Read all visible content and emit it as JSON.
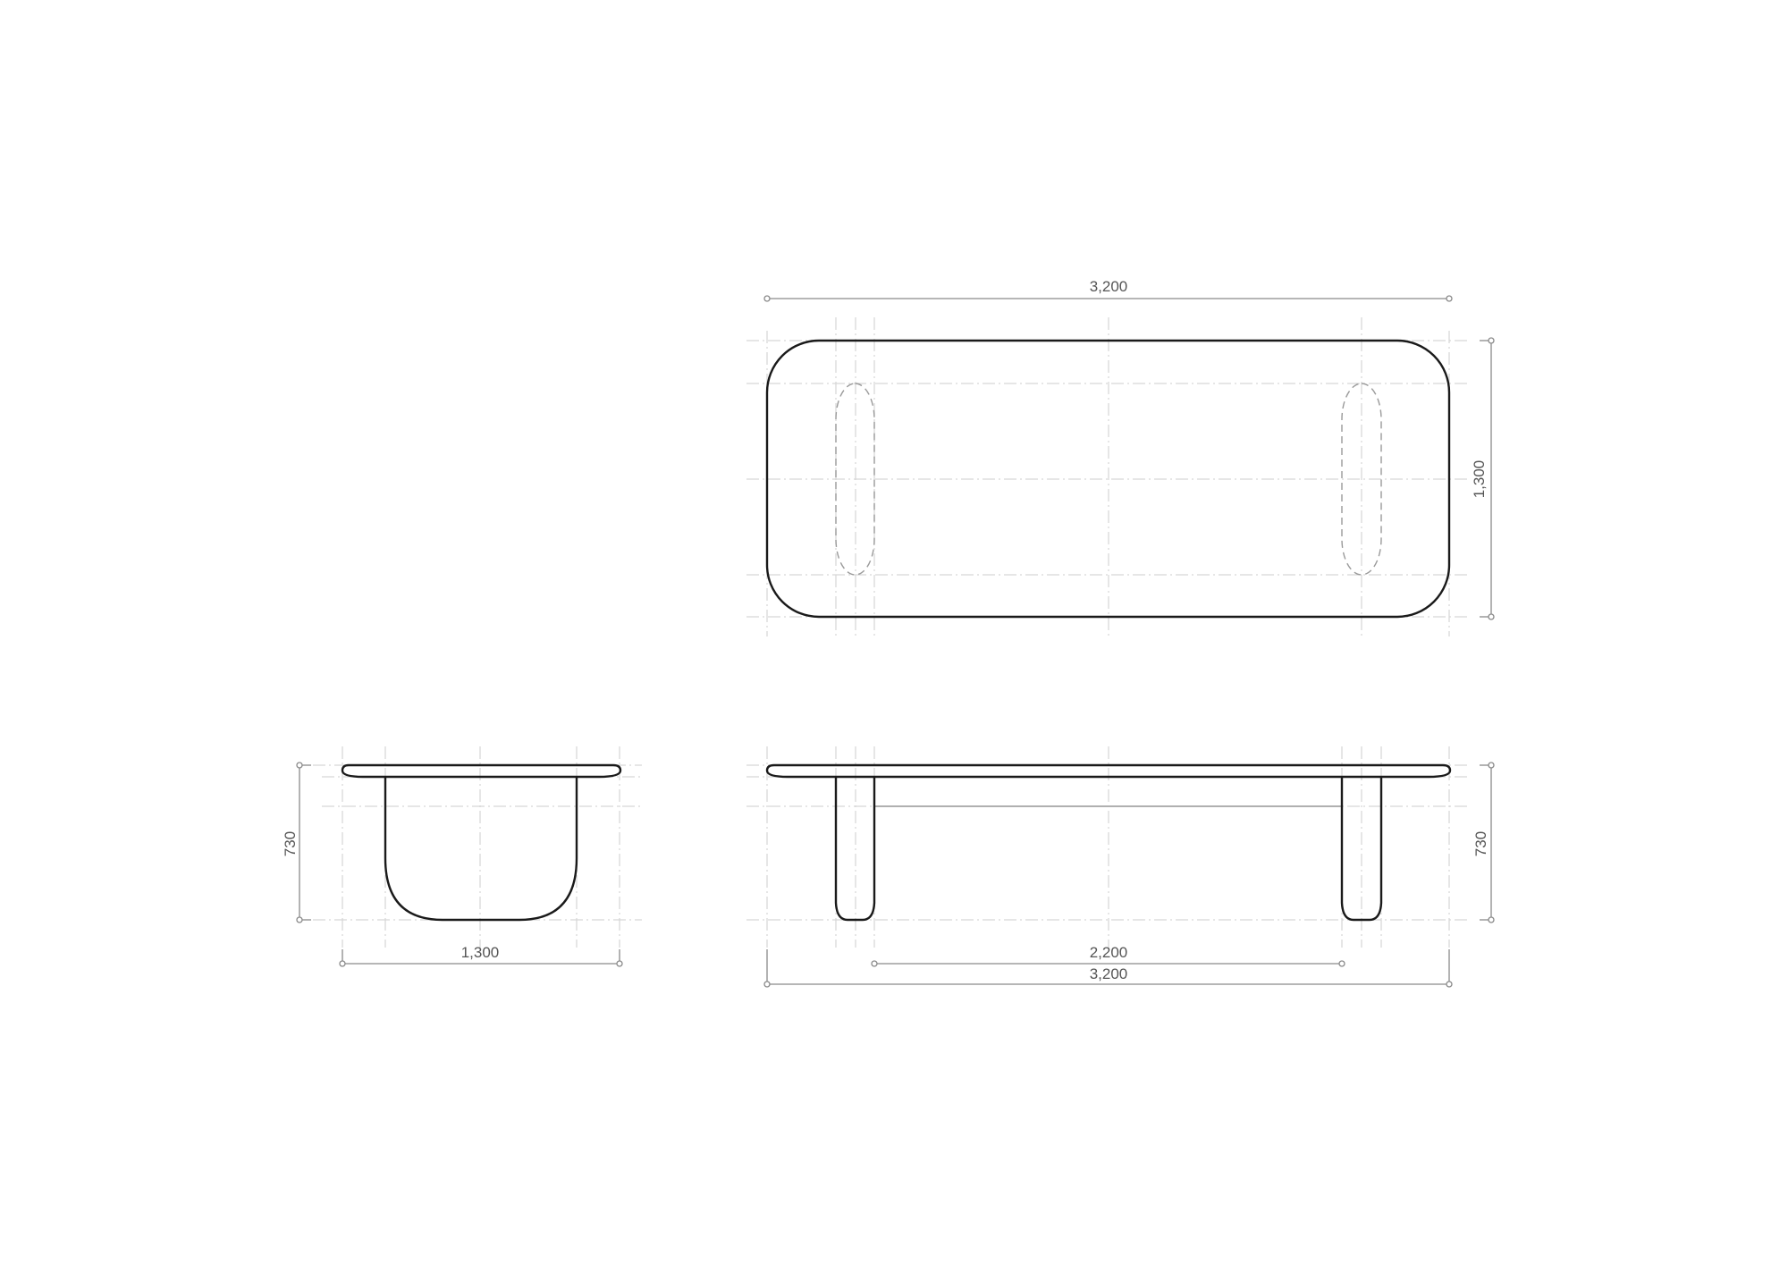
{
  "drawing": {
    "top_view": {
      "length_label": "3,200",
      "width_label": "1,300"
    },
    "side_view": {
      "height_label": "730",
      "width_label": "1,300"
    },
    "front_view": {
      "height_label": "730",
      "leg_span_label": "2,200",
      "length_label": "3,200"
    },
    "colors": {
      "outline": "#1a1a1a",
      "dimension": "#8a8a8a",
      "centerline": "#d6d6d6"
    }
  }
}
